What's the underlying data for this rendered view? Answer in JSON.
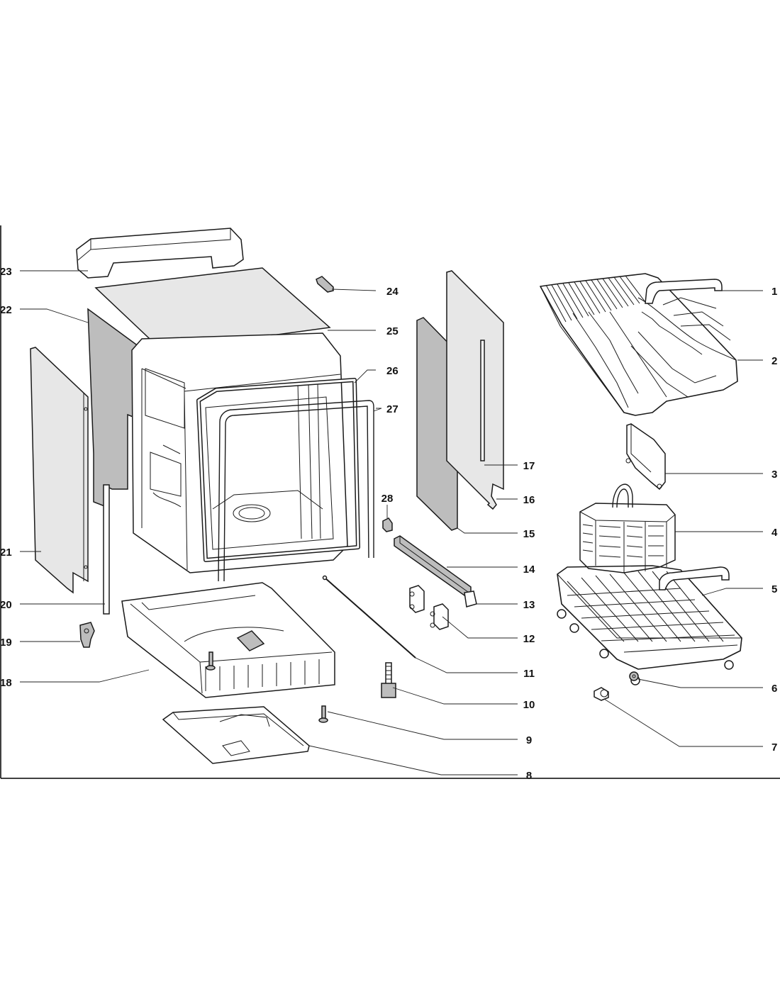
{
  "figure_code": "",
  "callouts": [
    {
      "id": "c1",
      "label": "1"
    },
    {
      "id": "c2",
      "label": "2"
    },
    {
      "id": "c3",
      "label": "3"
    },
    {
      "id": "c4",
      "label": "4"
    },
    {
      "id": "c5",
      "label": "5"
    },
    {
      "id": "c6",
      "label": "6"
    },
    {
      "id": "c7",
      "label": "7"
    },
    {
      "id": "c8",
      "label": "8"
    },
    {
      "id": "c9",
      "label": "9"
    },
    {
      "id": "c10",
      "label": "10"
    },
    {
      "id": "c11",
      "label": "11"
    },
    {
      "id": "c12",
      "label": "12"
    },
    {
      "id": "c13",
      "label": "13"
    },
    {
      "id": "c14",
      "label": "14"
    },
    {
      "id": "c15",
      "label": "15"
    },
    {
      "id": "c16",
      "label": "16"
    },
    {
      "id": "c17",
      "label": "17"
    },
    {
      "id": "c18",
      "label": "18"
    },
    {
      "id": "c19",
      "label": "19"
    },
    {
      "id": "c20",
      "label": "20"
    },
    {
      "id": "c21",
      "label": "21"
    },
    {
      "id": "c22",
      "label": "22"
    },
    {
      "id": "c23",
      "label": "23"
    },
    {
      "id": "c24",
      "label": "24"
    },
    {
      "id": "c25",
      "label": "25"
    },
    {
      "id": "c26",
      "label": "26"
    },
    {
      "id": "c27",
      "label": "27"
    },
    {
      "id": "c28",
      "label": "28"
    }
  ]
}
